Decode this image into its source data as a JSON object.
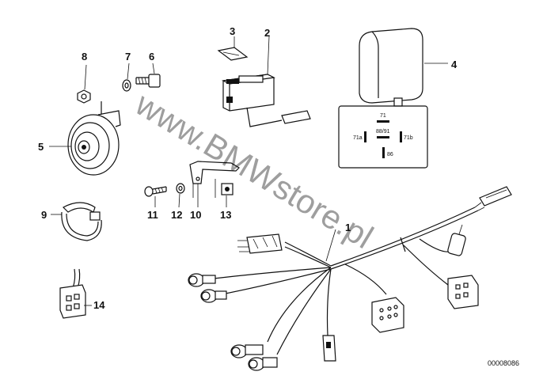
{
  "callouts": {
    "c1": "1",
    "c2": "2",
    "c3": "3",
    "c4": "4",
    "c5": "5",
    "c6": "6",
    "c7": "7",
    "c8": "8",
    "c9": "9",
    "c10": "10",
    "c11": "11",
    "c12": "12",
    "c13": "13",
    "c14": "14"
  },
  "relay_pins": {
    "p71": "71",
    "p88_91": "88/91",
    "p71a": "71a",
    "p71b": "71b",
    "p86": "86"
  },
  "watermark": "www.BMWstore.pl",
  "reference_number": "00008086"
}
